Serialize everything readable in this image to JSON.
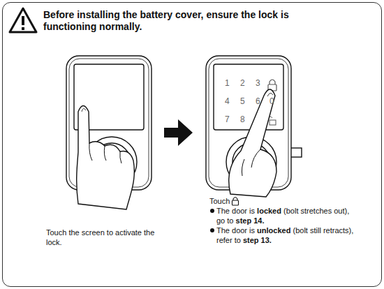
{
  "diagram": {
    "nodes": [
      {
        "text": [
          "Before installing the battery cover, ensure the lock is functioning normally."
        ]
      }
    ],
    "labels": [
      "Touch the screen to activate the lock.",
      "Touch",
      "The door is",
      "locked",
      "(bolt stretches out),",
      "go to",
      "step 14.",
      "The door is",
      "unlocked",
      "(bolt still retracts),",
      "refer to",
      "step 13.",
      "1",
      "2",
      "3",
      "4",
      "5",
      "6",
      "0",
      "7",
      "8"
    ]
  }
}
